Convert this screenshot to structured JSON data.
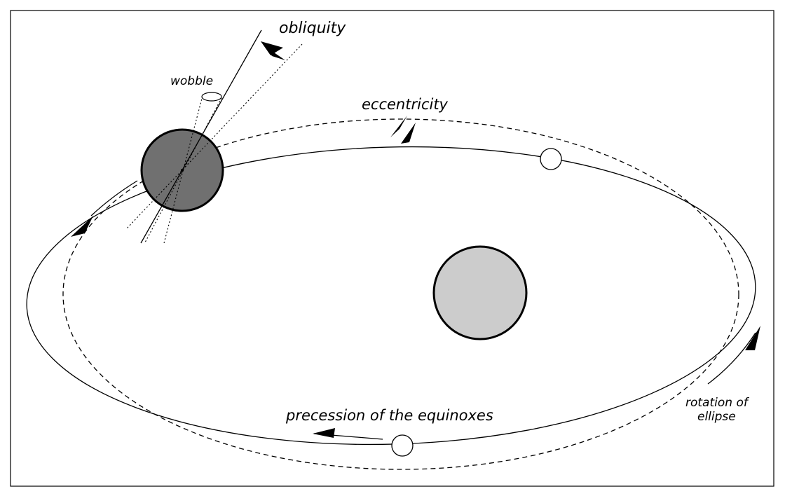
{
  "labels": {
    "obliquity": "obliquity",
    "wobble": "wobble",
    "eccentricity": "eccentricity",
    "precession": "precession of the equinoxes",
    "rotation_line1": "rotation of",
    "rotation_line2": "ellipse"
  },
  "colors": {
    "background": "#ffffff",
    "stroke": "#000000",
    "earth_fill": "#707070",
    "sun_fill": "#cccccc"
  }
}
